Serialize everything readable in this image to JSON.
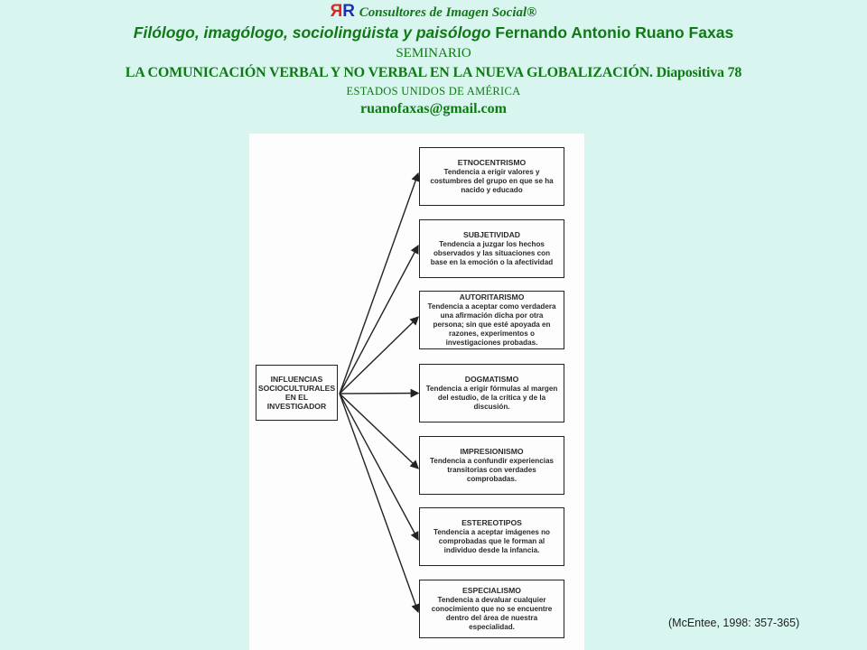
{
  "header": {
    "logo_left": "Я",
    "logo_right": "R",
    "brand": "Consultores de Imagen Social®",
    "subtitle_italic": "Filólogo, imagólogo, sociolingüista y paisólogo",
    "subtitle_name": "Fernando Antonio Ruano Faxas",
    "seminar": "SEMINARIO",
    "course_title": "LA COMUNICACIÓN VERBAL Y NO VERBAL EN LA NUEVA GLOBALIZACIÓN. Diapositiva 78",
    "country": "ESTADOS UNIDOS DE AMÉRICA",
    "email": "ruanofaxas@gmail.com"
  },
  "diagram": {
    "source": "INFLUENCIAS SOCIOCULTURALES EN EL INVESTIGADOR",
    "targets": [
      {
        "title": "ETNOCENTRISMO",
        "description": "Tendencia a erigir valores y costumbres del grupo en que se ha nacido y educado"
      },
      {
        "title": "SUBJETIVIDAD",
        "description": "Tendencia a juzgar los hechos observados y las situaciones con base en la emoción o la afectividad"
      },
      {
        "title": "AUTORITARISMO",
        "description": "Tendencia a aceptar como verdadera una afirmación dicha por otra persona; sin que esté apoyada en razones, experimentos o investigaciones probadas."
      },
      {
        "title": "DOGMATISMO",
        "description": "Tendencia a erigir fórmulas al margen del estudio, de la crítica y de la discusión."
      },
      {
        "title": "IMPRESIONISMO",
        "description": "Tendencia a confundir experiencias transitorias con verdades comprobadas."
      },
      {
        "title": "ESTEREOTIPOS",
        "description": "Tendencia a aceptar imágenes no comprobadas que le forman al individuo desde la infancia."
      },
      {
        "title": "ESPECIALISMO",
        "description": "Tendencia a devaluar cualquier conocimiento que no se encuentre dentro del área de nuestra especialidad."
      }
    ]
  },
  "citation": "(McEntee, 1998: 357-365)",
  "colors": {
    "background": "#d9f5ef",
    "header_green": "#0f7a15",
    "logo_red": "#e0241b",
    "logo_blue": "#1d2fb8"
  }
}
